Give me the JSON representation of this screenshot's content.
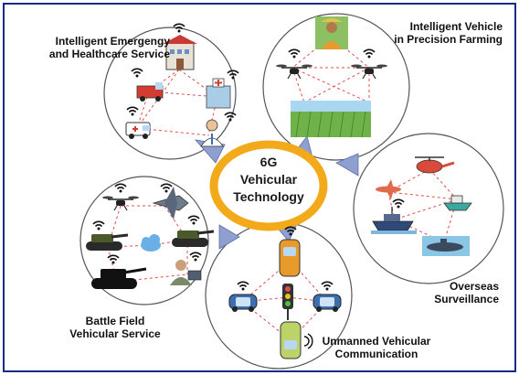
{
  "center": {
    "line1": "6G",
    "line2": "Vehicular",
    "line3": "Technology"
  },
  "nodes": {
    "emergency": {
      "line1": "Intelligent Emergengy",
      "line2": "and Healthcare Service"
    },
    "farming": {
      "line1": "Intelligent Vehicle",
      "line2": "in Precision Farming"
    },
    "overseas": {
      "line1": "Overseas",
      "line2": "Surveillance"
    },
    "unmanned": {
      "line1": "Unmanned Vehicular",
      "line2": "Communication"
    },
    "battlefield": {
      "line1": "Battle Field",
      "line2": "Vehicular Service"
    }
  },
  "colors": {
    "ring": "#f2a91a",
    "arrow": "#8e9fd0",
    "link": "#e0504d",
    "circle_stroke": "#555555",
    "frame": "#1b2a8a"
  },
  "icons": [
    "wifi-icon",
    "drone-icon",
    "ambulance-icon",
    "fire-truck-icon",
    "hospital-icon",
    "doctor-icon",
    "farmer-icon",
    "crop-field-icon",
    "helicopter-icon",
    "plane-icon",
    "ship-icon",
    "submarine-icon",
    "car-icon",
    "traffic-light-icon",
    "tank-icon",
    "fighter-jet-icon",
    "cloud-icon",
    "soldier-icon"
  ]
}
